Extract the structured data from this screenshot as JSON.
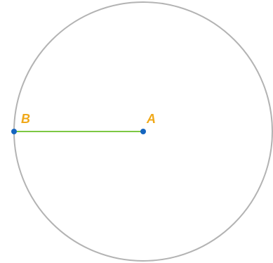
{
  "diagram": {
    "type": "circle-with-radius",
    "center": {
      "label": "A"
    },
    "radius_endpoint": {
      "label": "B"
    },
    "colors": {
      "circle": "#b3b3b3",
      "segment": "#7dc843",
      "point": "#1565c0",
      "label": "#f0a818",
      "background": "#ffffff"
    }
  }
}
